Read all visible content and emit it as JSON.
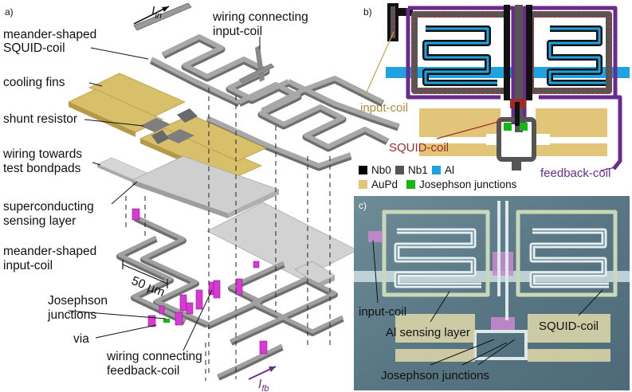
{
  "panels": {
    "a": "a)",
    "b": "b)",
    "c": "c)"
  },
  "panel_a": {
    "current_in_main": "I",
    "current_in_sub": "in",
    "current_fb_main": "I",
    "current_fb_sub": "fb",
    "labels": {
      "wiring_input_1": "wiring connecting",
      "wiring_input_2": "input-coil",
      "squid_1": "meander-shaped",
      "squid_2": "SQUID-coil",
      "cooling": "cooling fins",
      "shunt": "shunt resistor",
      "wiring_test_1": "wiring towards",
      "wiring_test_2": "test bondpads",
      "sensing_1": "superconducting",
      "sensing_2": "sensing layer",
      "input_coil_1": "meander-shaped",
      "input_coil_2": "input-coil",
      "scale": "50 µm",
      "jj_1": "Josephson",
      "jj_2": "junctions",
      "via": "via",
      "wiring_fb_1": "wiring connecting",
      "wiring_fb_2": "feedback-coil"
    }
  },
  "panel_b": {
    "input_coil": "input-coil",
    "squid_coil": "SQUID-coil",
    "feedback_coil": "feedback-coil",
    "legend": [
      {
        "label": "Nb0",
        "color": "#000000"
      },
      {
        "label": "Nb1",
        "color": "#555555"
      },
      {
        "label": "Al",
        "color": "#1fa3e0"
      },
      {
        "label": "AuPd",
        "color": "#e3c57a"
      },
      {
        "label": "Josephson junctions",
        "color": "#14b814"
      }
    ]
  },
  "panel_c": {
    "input_coil": "input-coil",
    "al_sensing": "Al sensing layer",
    "squid_coil": "SQUID-coil",
    "jj": "Josephson junctions"
  },
  "colors": {
    "gray_top": "#a8a8a8",
    "gray_side": "#6e6e6e",
    "gold": "#d8bf6a",
    "magenta": "#d63ad2",
    "purple": "#6a2b8c",
    "red": "#a02a2a",
    "photo_bg": "#5e7a86"
  }
}
